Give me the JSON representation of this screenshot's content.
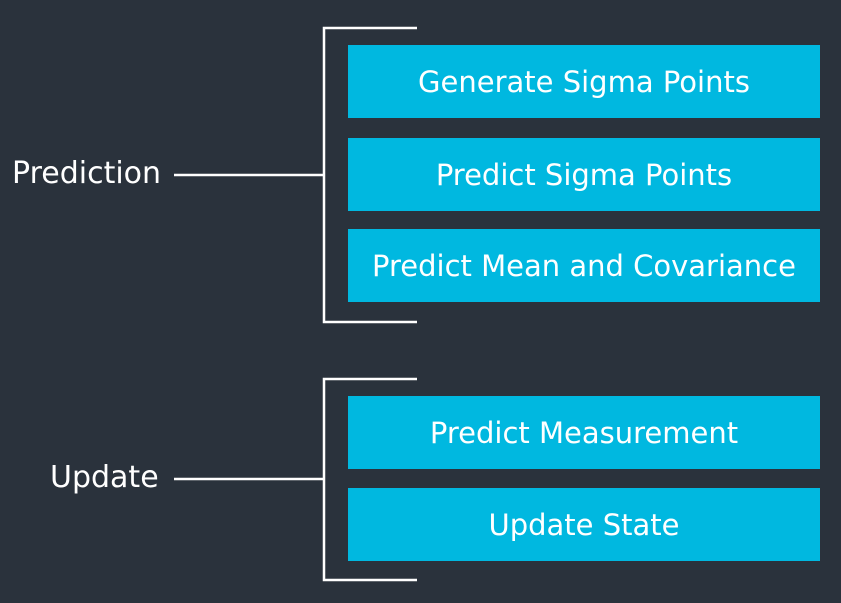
{
  "groups": [
    {
      "label": "Prediction",
      "steps": [
        "Generate Sigma Points",
        "Predict Sigma Points",
        "Predict Mean and Covariance"
      ]
    },
    {
      "label": "Update",
      "steps": [
        "Predict Measurement",
        "Update State"
      ]
    }
  ],
  "colors": {
    "background": "#2a323c",
    "step_fill": "#00b8e0",
    "text": "#ffffff",
    "line": "#ffffff"
  }
}
